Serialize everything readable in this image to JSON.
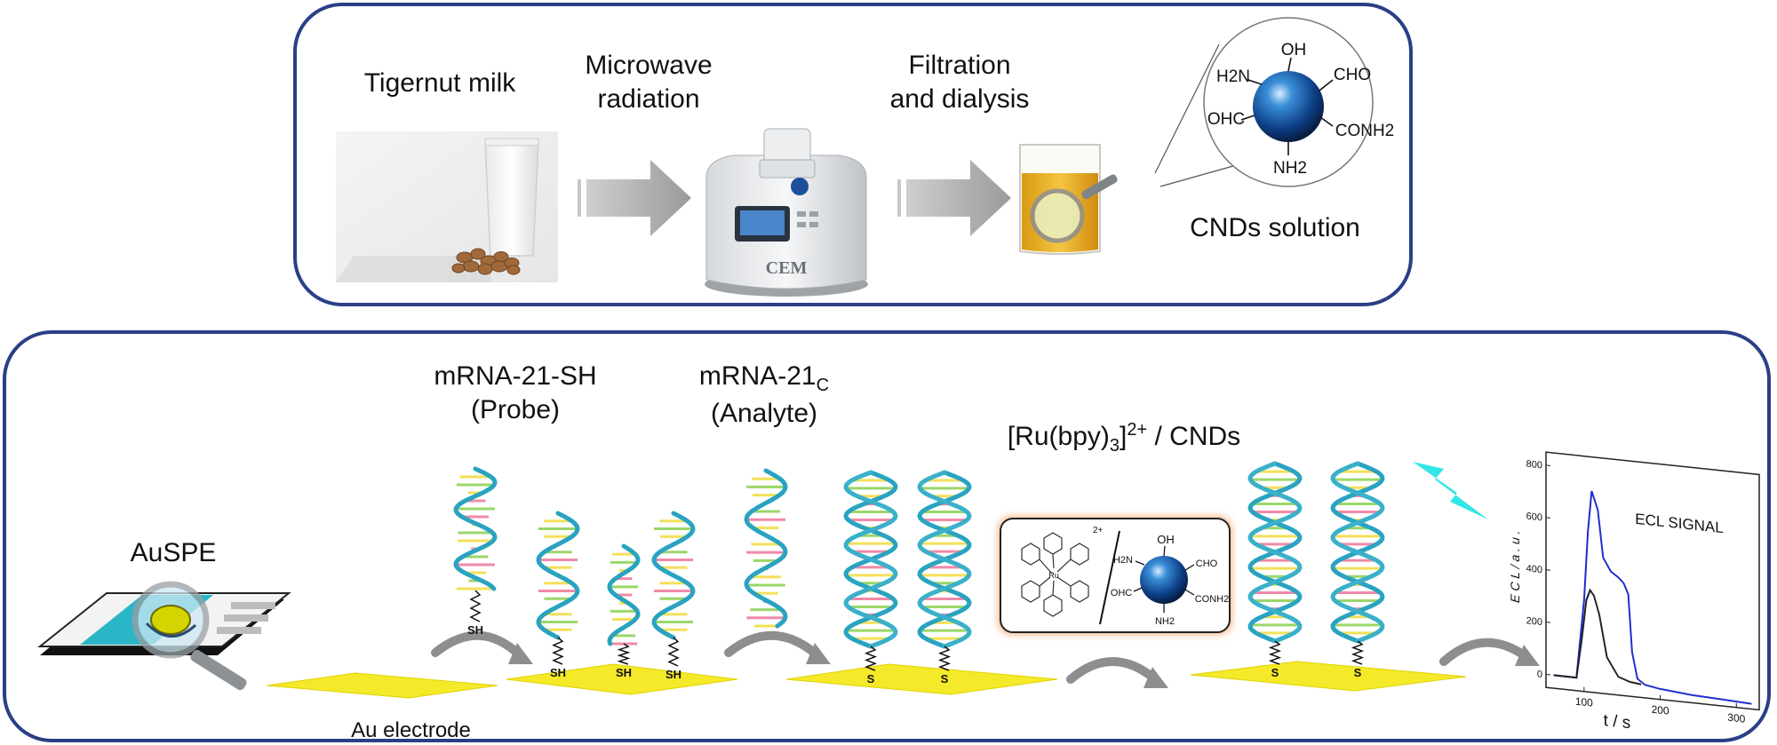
{
  "top": {
    "tigernut_label": "Tigernut milk",
    "microwave_label_1": "Microwave",
    "microwave_label_2": "radiation",
    "filtration_label_1": "Filtration",
    "filtration_label_2": "and dialysis",
    "cnds_label": "CNDs solution",
    "microwave_brand": "CEM",
    "groups": {
      "oh": "OH",
      "h2n": "H2N",
      "cho": "CHO",
      "ohc": "OHC",
      "conh2": "CONH2",
      "nh2": "NH2"
    }
  },
  "bottom": {
    "auspe_label": "AuSPE",
    "au_electrode_label": "Au electrode",
    "probe_label_1": "mRNA-21-SH",
    "probe_label_2": "(Probe)",
    "analyte_label_1": "mRNA-21",
    "analyte_sub": "C",
    "analyte_label_2": "(Analyte)",
    "ru_label_1": "[Ru(bpy)",
    "ru_sub": "3",
    "ru_label_2": "]",
    "ru_sup": "2+",
    "ru_label_3": " / CNDs",
    "sh": "SH",
    "s": "S",
    "complex_charge": "2+",
    "complex_metal": "Ru"
  },
  "chart_data": {
    "type": "line",
    "title": "ECL SIGNAL",
    "xlabel": "t / s",
    "ylabel": "E C L  /  a . u .",
    "xticks": [
      "100",
      "200",
      "300"
    ],
    "yticks": [
      "0",
      "200",
      "400",
      "600",
      "800"
    ],
    "xlim": [
      50,
      330
    ],
    "ylim": [
      -50,
      850
    ],
    "series": [
      {
        "color": "#1f2ccf",
        "x": [
          60,
          90,
          100,
          105,
          110,
          118,
          125,
          135,
          145,
          152,
          158,
          163,
          170,
          180,
          200,
          240,
          280,
          320
        ],
        "y": [
          0,
          0,
          300,
          560,
          720,
          650,
          470,
          420,
          400,
          380,
          340,
          120,
          20,
          0,
          -10,
          -20,
          -25,
          -30
        ]
      },
      {
        "color": "#222222",
        "x": [
          60,
          90,
          97,
          103,
          108,
          113,
          120,
          130,
          145,
          160,
          175
        ],
        "y": [
          0,
          0,
          150,
          300,
          340,
          320,
          250,
          90,
          20,
          5,
          0
        ]
      }
    ]
  }
}
